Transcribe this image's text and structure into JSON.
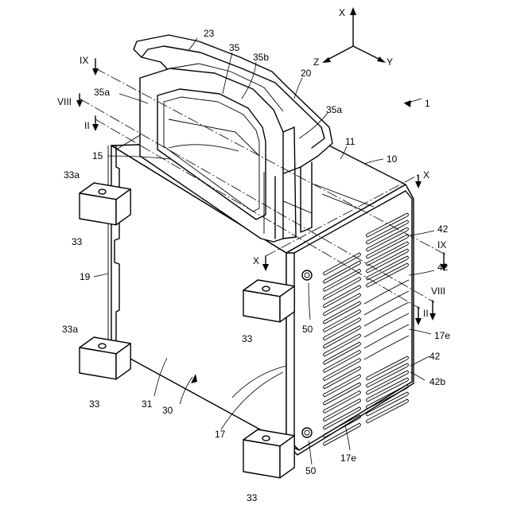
{
  "axes": {
    "x": "X",
    "y": "Y",
    "z": "Z"
  },
  "section_marks": {
    "ix": "IX",
    "viii": "VIII",
    "ii": "II",
    "x": "X"
  },
  "refs": {
    "r1": "1",
    "r10": "10",
    "r11": "11",
    "r15": "15",
    "r17": "17",
    "r17e": "17e",
    "r19": "19",
    "r20": "20",
    "r23": "23",
    "r30": "30",
    "r31": "31",
    "r33": "33",
    "r33a": "33a",
    "r35": "35",
    "r35a": "35a",
    "r35b": "35b",
    "r42": "42",
    "r42b": "42b",
    "r50": "50"
  }
}
